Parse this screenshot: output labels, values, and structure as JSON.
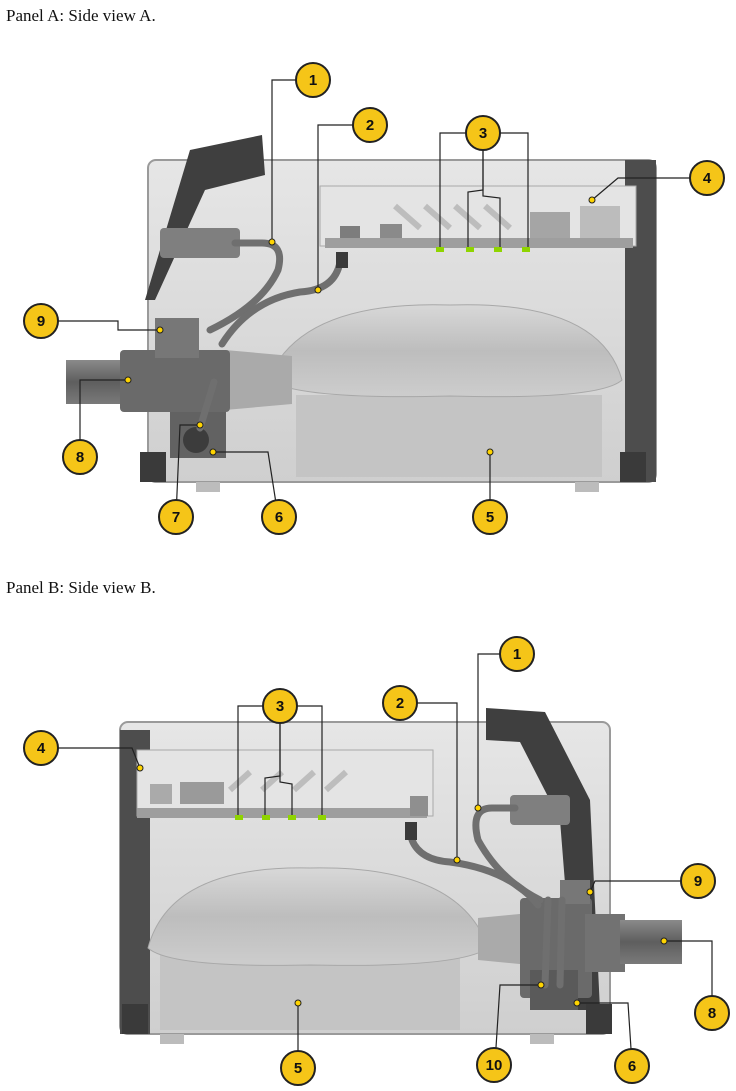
{
  "panel_a": {
    "title": "Panel A: Side view A.",
    "callouts": [
      "1",
      "2",
      "3",
      "4",
      "5",
      "6",
      "7",
      "8",
      "9"
    ]
  },
  "panel_b": {
    "title": "Panel B: Side view B.",
    "callouts": [
      "1",
      "2",
      "3",
      "4",
      "5",
      "6",
      "8",
      "9",
      "10"
    ]
  },
  "colors": {
    "callout_fill": "#f5c518",
    "callout_ring": "#222222",
    "housing": "#d9d9d9",
    "housing_dark": "#555555",
    "tube": "#6f6f6f",
    "bag": "#c9c9c9",
    "sensor": "#8fd400"
  }
}
